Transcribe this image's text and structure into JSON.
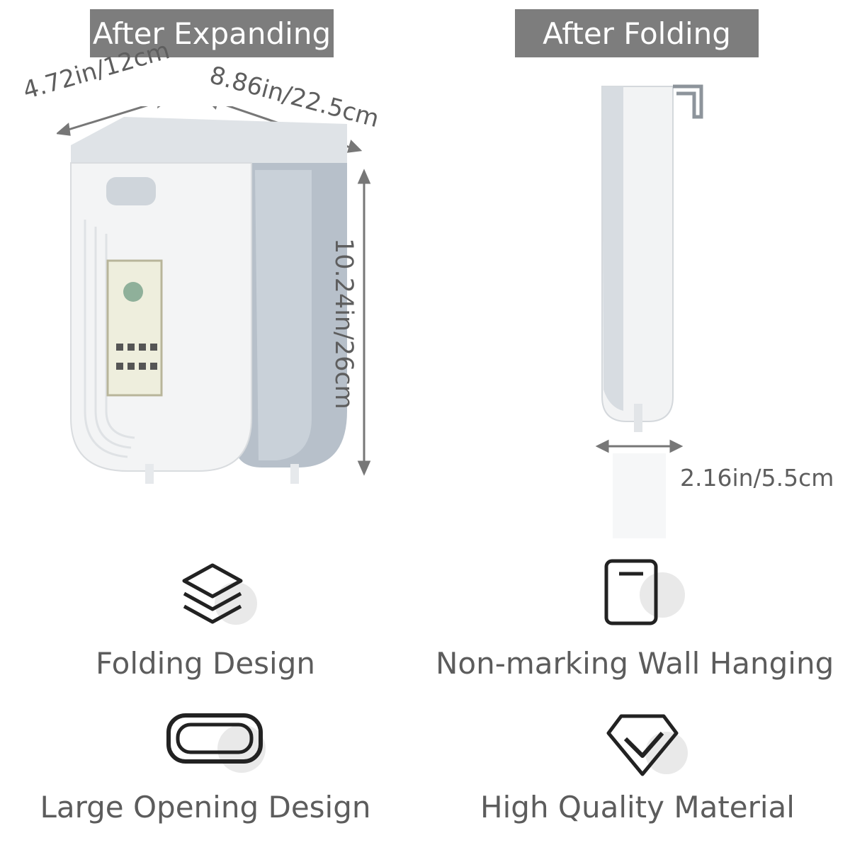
{
  "banners": {
    "left": "After Expanding",
    "right": "After Folding"
  },
  "dimensions": {
    "width_short": "4.72in/12cm",
    "width_long": "8.86in/22.5cm",
    "height": "10.24in/26cm",
    "folded_depth": "2.16in/5.5cm"
  },
  "features": [
    {
      "label": "Folding Design",
      "icon": "layers-icon"
    },
    {
      "label": "Non-marking Wall Hanging",
      "icon": "panel-icon"
    },
    {
      "label": "Large Opening Design",
      "icon": "rounded-rectangle-icon"
    },
    {
      "label": "High Quality Material",
      "icon": "diamond-check-icon"
    }
  ],
  "colors": {
    "banner_bg": "#7d7d7d",
    "banner_text": "#ffffff",
    "product_white": "#f2f3f4",
    "product_grey": "#b9c2cc"
  }
}
